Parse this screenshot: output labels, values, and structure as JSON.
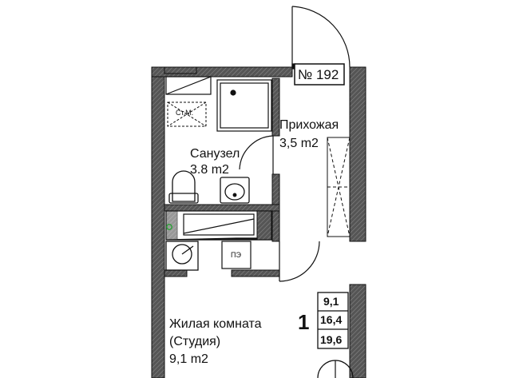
{
  "apartment": {
    "number_label": "№ 192",
    "rooms_count": "1"
  },
  "rooms": {
    "bathroom": {
      "name": "Санузел",
      "area": "3.8 m2"
    },
    "hallway": {
      "name": "Прихожая",
      "area": "3,5 m2"
    },
    "living": {
      "name_line1": "Жилая комната",
      "name_line2": "(Студия)",
      "area": "9,1 m2"
    }
  },
  "fixtures": {
    "washer_tag": "Ст.М.",
    "stove_tag": "ПЭ"
  },
  "area_summary": {
    "living": "9,1",
    "total": "16,4",
    "total_with_balcony": "19,6"
  },
  "colors": {
    "wall": "#4f4f4f",
    "line": "#111111",
    "accent_green": "#2f9e3a",
    "background": "#ffffff"
  }
}
